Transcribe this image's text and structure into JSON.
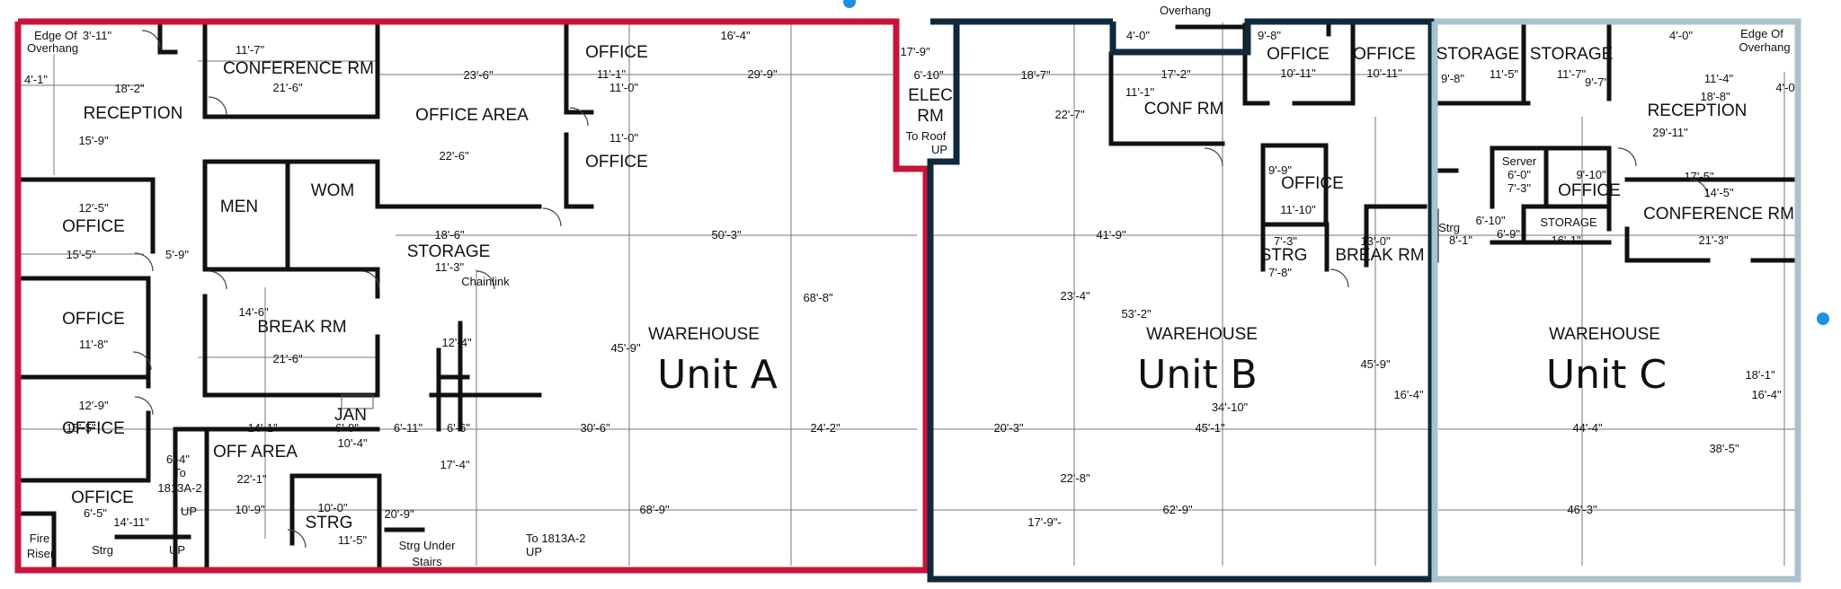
{
  "units": [
    {
      "id": "a",
      "label": "Unit A",
      "warehouse": "WAREHOUSE",
      "outline_color": "#c8143c"
    },
    {
      "id": "b",
      "label": "Unit B",
      "warehouse": "WAREHOUSE",
      "outline_color": "#0f2a3d"
    },
    {
      "id": "c",
      "label": "Unit C",
      "warehouse": "WAREHOUSE",
      "outline_color": "#a9c3cc"
    }
  ],
  "rooms": [
    {
      "key": "a_edge1",
      "text": "Edge Of"
    },
    {
      "key": "a_edge2",
      "text": "Overhang"
    },
    {
      "key": "a_conf",
      "text": "CONFERENCE RM"
    },
    {
      "key": "a_office_top",
      "text": "OFFICE"
    },
    {
      "key": "a_office_area",
      "text": "OFFICE AREA"
    },
    {
      "key": "a_reception",
      "text": "RECEPTION"
    },
    {
      "key": "a_office2",
      "text": "OFFICE"
    },
    {
      "key": "a_men",
      "text": "MEN"
    },
    {
      "key": "a_wom",
      "text": "WOM"
    },
    {
      "key": "a_storage",
      "text": "STORAGE"
    },
    {
      "key": "a_chainlink",
      "text": "Chainlink"
    },
    {
      "key": "a_office_l1",
      "text": "OFFICE"
    },
    {
      "key": "a_office_l2",
      "text": "OFFICE"
    },
    {
      "key": "a_office_l3",
      "text": "OFFICE"
    },
    {
      "key": "a_office_l4",
      "text": "OFFICE"
    },
    {
      "key": "a_break",
      "text": "BREAK RM"
    },
    {
      "key": "a_jan",
      "text": "JAN"
    },
    {
      "key": "a_offarea",
      "text": "OFF AREA"
    },
    {
      "key": "a_strg",
      "text": "STRG"
    },
    {
      "key": "a_to1",
      "text": "To"
    },
    {
      "key": "a_to2",
      "text": "1813A-2"
    },
    {
      "key": "a_up1",
      "text": "UP"
    },
    {
      "key": "a_up2",
      "text": "UP"
    },
    {
      "key": "a_fire1",
      "text": "Fire"
    },
    {
      "key": "a_fire2",
      "text": "Riser"
    },
    {
      "key": "a_strg2",
      "text": "Strg"
    },
    {
      "key": "a_under1",
      "text": "Strg Under"
    },
    {
      "key": "a_under2",
      "text": "Stairs"
    },
    {
      "key": "a_to3",
      "text": "To 1813A-2"
    },
    {
      "key": "a_up3",
      "text": "UP"
    },
    {
      "key": "elec1",
      "text": "ELEC"
    },
    {
      "key": "elec2",
      "text": "RM"
    },
    {
      "key": "roof1",
      "text": "To Roof"
    },
    {
      "key": "roof2",
      "text": "UP"
    },
    {
      "key": "b_overhang",
      "text": "Overhang"
    },
    {
      "key": "b_confrm",
      "text": "CONF RM"
    },
    {
      "key": "b_office1",
      "text": "OFFICE"
    },
    {
      "key": "b_office2",
      "text": "OFFICE"
    },
    {
      "key": "b_office3",
      "text": "OFFICE"
    },
    {
      "key": "b_strg",
      "text": "STRG"
    },
    {
      "key": "b_break",
      "text": "BREAK RM"
    },
    {
      "key": "c_storage1",
      "text": "STORAGE"
    },
    {
      "key": "c_storage2",
      "text": "STORAGE"
    },
    {
      "key": "c_edge1",
      "text": "Edge Of"
    },
    {
      "key": "c_edge2",
      "text": "Overhang"
    },
    {
      "key": "c_reception",
      "text": "RECEPTION"
    },
    {
      "key": "c_server",
      "text": "Server"
    },
    {
      "key": "c_office",
      "text": "OFFICE"
    },
    {
      "key": "c_storage3",
      "text": "STORAGE"
    },
    {
      "key": "c_conf",
      "text": "CONFERENCE RM"
    },
    {
      "key": "c_strg",
      "text": "Strg"
    }
  ],
  "dimensions": [
    {
      "key": "d1",
      "text": "3'-11\""
    },
    {
      "key": "d2",
      "text": "4'-1\""
    },
    {
      "key": "d3",
      "text": "11'-7\""
    },
    {
      "key": "d4",
      "text": "21'-6\""
    },
    {
      "key": "d5",
      "text": "23'-6\""
    },
    {
      "key": "d6",
      "text": "11'-1\""
    },
    {
      "key": "d7",
      "text": "11'-0\""
    },
    {
      "key": "d8",
      "text": "11'-0\""
    },
    {
      "key": "d9",
      "text": "16'-4\""
    },
    {
      "key": "d10",
      "text": "29'-9\""
    },
    {
      "key": "d11",
      "text": "18'-2\""
    },
    {
      "key": "d12",
      "text": "15'-9\""
    },
    {
      "key": "d13",
      "text": "22'-6\""
    },
    {
      "key": "d14",
      "text": "12'-5\""
    },
    {
      "key": "d15",
      "text": "15'-5\""
    },
    {
      "key": "d16",
      "text": "5'-9\""
    },
    {
      "key": "d17",
      "text": "18'-6\""
    },
    {
      "key": "d18",
      "text": "11'-3\""
    },
    {
      "key": "d19",
      "text": "50'-3\""
    },
    {
      "key": "d20",
      "text": "68'-8\""
    },
    {
      "key": "d21",
      "text": "11'-8\""
    },
    {
      "key": "d22",
      "text": "14'-6\""
    },
    {
      "key": "d23",
      "text": "21'-6\""
    },
    {
      "key": "d24",
      "text": "12'-4\""
    },
    {
      "key": "d25",
      "text": "45'-9\""
    },
    {
      "key": "d26",
      "text": "12'-9\""
    },
    {
      "key": "d27",
      "text": "15'-5\""
    },
    {
      "key": "d28",
      "text": "14'-1\""
    },
    {
      "key": "d29",
      "text": "6'-9\""
    },
    {
      "key": "d30",
      "text": "10'-4\""
    },
    {
      "key": "d31",
      "text": "6'-11\""
    },
    {
      "key": "d32",
      "text": "6'-6\""
    },
    {
      "key": "d33",
      "text": "30'-6\""
    },
    {
      "key": "d34",
      "text": "24'-2\""
    },
    {
      "key": "d35",
      "text": "6'-4\""
    },
    {
      "key": "d36",
      "text": "22'-1\""
    },
    {
      "key": "d37",
      "text": "17'-4\""
    },
    {
      "key": "d38",
      "text": "6'-5\""
    },
    {
      "key": "d39",
      "text": "14'-11\""
    },
    {
      "key": "d40",
      "text": "10'-9\""
    },
    {
      "key": "d41",
      "text": "10'-0\""
    },
    {
      "key": "d42",
      "text": "11'-5\""
    },
    {
      "key": "d43",
      "text": "20'-9\""
    },
    {
      "key": "d44",
      "text": "68'-9\""
    },
    {
      "key": "d45",
      "text": "17'-9\""
    },
    {
      "key": "d46",
      "text": "6'-10\""
    },
    {
      "key": "d47",
      "text": "18'-7\""
    },
    {
      "key": "d48",
      "text": "4'-0\""
    },
    {
      "key": "d49",
      "text": "17'-2\""
    },
    {
      "key": "d50",
      "text": "11'-1\""
    },
    {
      "key": "d51",
      "text": "9'-8\""
    },
    {
      "key": "d52",
      "text": "10'-11\""
    },
    {
      "key": "d53",
      "text": "10'-11\""
    },
    {
      "key": "d54",
      "text": "22'-7\""
    },
    {
      "key": "d55",
      "text": "9'-9\""
    },
    {
      "key": "d56",
      "text": "11'-10\""
    },
    {
      "key": "d57",
      "text": "41'-9\""
    },
    {
      "key": "d58",
      "text": "7'-3\""
    },
    {
      "key": "d59",
      "text": "13'-0\""
    },
    {
      "key": "d60",
      "text": "7'-8\""
    },
    {
      "key": "d61",
      "text": "23'-4\""
    },
    {
      "key": "d62",
      "text": "53'-2\""
    },
    {
      "key": "d63",
      "text": "45'-9\""
    },
    {
      "key": "d64",
      "text": "16'-4\""
    },
    {
      "key": "d65",
      "text": "34'-10\""
    },
    {
      "key": "d66",
      "text": "20'-3\""
    },
    {
      "key": "d67",
      "text": "45'-1\""
    },
    {
      "key": "d68",
      "text": "22'-8\""
    },
    {
      "key": "d69",
      "text": "17'-9\"-"
    },
    {
      "key": "d70",
      "text": "62'-9\""
    },
    {
      "key": "d71",
      "text": "9'-8\""
    },
    {
      "key": "d72",
      "text": "11'-5\""
    },
    {
      "key": "d73",
      "text": "11'-7\""
    },
    {
      "key": "d74",
      "text": "9'-7\""
    },
    {
      "key": "d75",
      "text": "4'-0\""
    },
    {
      "key": "d76",
      "text": "11'-4\""
    },
    {
      "key": "d77",
      "text": "4'-0"
    },
    {
      "key": "d78",
      "text": "18'-8\""
    },
    {
      "key": "d79",
      "text": "29'-11\""
    },
    {
      "key": "d80",
      "text": "6'-0\""
    },
    {
      "key": "d81",
      "text": "7'-3\""
    },
    {
      "key": "d82",
      "text": "9'-10\""
    },
    {
      "key": "d83",
      "text": "17'-5\""
    },
    {
      "key": "d84",
      "text": "14'-5\""
    },
    {
      "key": "d85",
      "text": "6'-10\""
    },
    {
      "key": "d86",
      "text": "8'-1\""
    },
    {
      "key": "d87",
      "text": "6'-9\""
    },
    {
      "key": "d88",
      "text": "16'-1\""
    },
    {
      "key": "d89",
      "text": "21'-3\""
    },
    {
      "key": "d90",
      "text": "18'-1\""
    },
    {
      "key": "d91",
      "text": "16'-4\""
    },
    {
      "key": "d92",
      "text": "44'-4\""
    },
    {
      "key": "d93",
      "text": "38'-5\""
    },
    {
      "key": "d94",
      "text": "46'-3\""
    }
  ]
}
